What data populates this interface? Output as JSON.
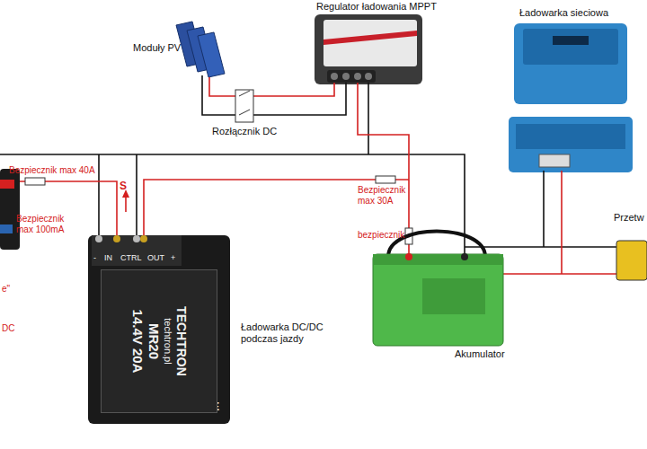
{
  "diagram": {
    "nodes": [
      {
        "text": [
          "TECHTRON",
          "techtron.pl",
          "MR20",
          "14.4V 20A"
        ]
      }
    ],
    "labels": [
      "Regulator ładowania MPPT",
      "Ładowarka sieciowa",
      "Moduły PV",
      "Rozłącznik DC",
      "Bezpiecznik max 40A",
      "S",
      "Bezpiecznik max 30A",
      "bezpiecznik",
      "Bezpiecznik max 100mA",
      "e\"",
      "DC",
      "Ładowarka DC/DC podczas jazdy",
      "Akumulator",
      "Przetw",
      "-",
      "IN",
      "CTRL",
      "OUT",
      "+",
      "CE"
    ]
  }
}
